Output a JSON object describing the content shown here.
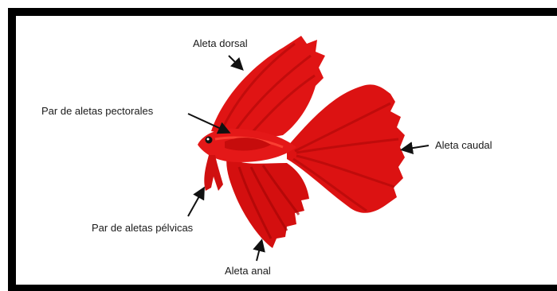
{
  "diagram": {
    "labels": {
      "dorsal": "Aleta dorsal",
      "pectoral": "Par de aletas pectorales",
      "caudal": "Aleta caudal",
      "pelvic": "Par de aletas pélvicas",
      "anal": "Aleta anal"
    },
    "colors": {
      "fish_body": "#e01010",
      "fish_dark": "#b00000",
      "fish_light": "#ff3a2a",
      "frame": "#000000",
      "text": "#1a1a1a"
    }
  }
}
